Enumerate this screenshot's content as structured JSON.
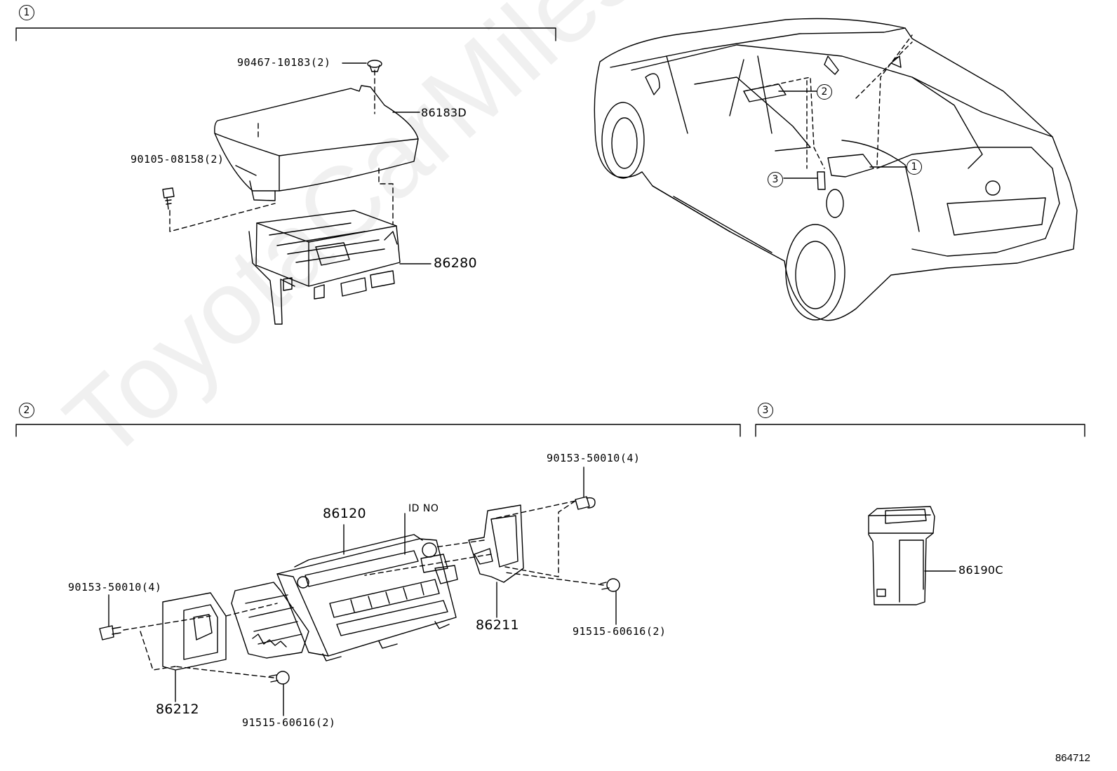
{
  "sections": [
    {
      "id": "1",
      "label": "1"
    },
    {
      "id": "2",
      "label": "2"
    },
    {
      "id": "3",
      "label": "3"
    }
  ],
  "callouts": {
    "car_1": "1",
    "car_2": "2",
    "car_3": "3"
  },
  "parts": {
    "p90467": "90467-10183(2)",
    "p86183D": "86183D",
    "p90105": "90105-08158(2)",
    "p86280": "86280",
    "p90153_top": "90153-50010(4)",
    "p86120": "86120",
    "id_no": "ID NO",
    "p90153_left": "90153-50010(4)",
    "p86211": "86211",
    "p91515_right": "91515-60616(2)",
    "p86212": "86212",
    "p91515_bottom": "91515-60616(2)",
    "p86190C": "86190C"
  },
  "catalog_number": "864712",
  "watermark": "ToyotaCarMiles.ru"
}
